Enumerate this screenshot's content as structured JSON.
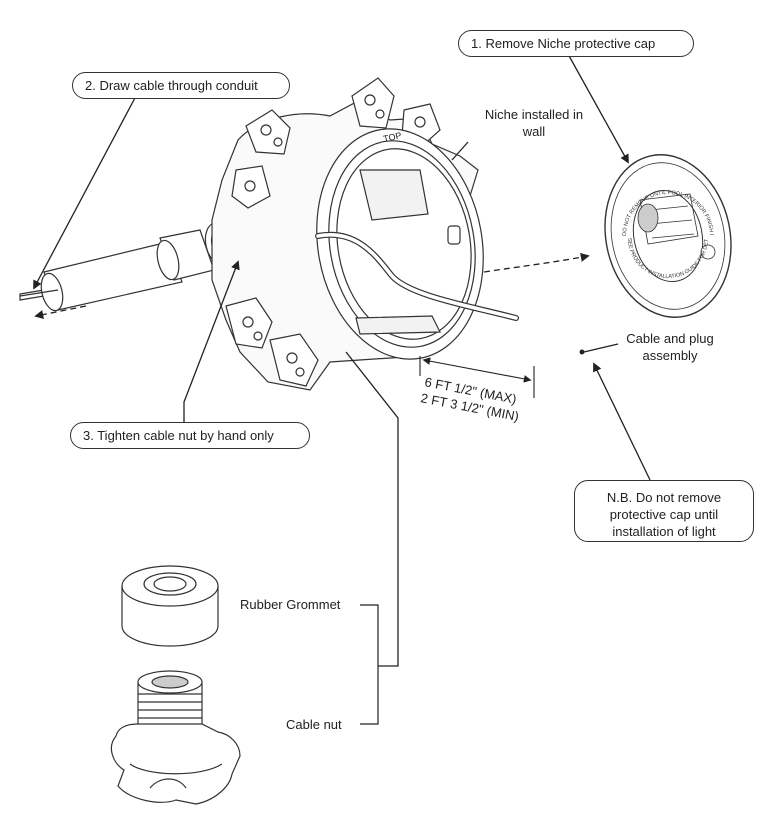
{
  "callouts": {
    "remove_cap": "1. Remove Niche protective cap",
    "draw_cable": "2. Draw cable through conduit",
    "tighten_nut": "3. Tighten cable nut by hand only",
    "nb_line1": "N.B. Do not remove",
    "nb_line2": "protective cap until",
    "nb_line3": "installation of light"
  },
  "labels": {
    "niche_line1": "Niche installed in",
    "niche_line2": "wall",
    "cable_plug_line1": "Cable and plug",
    "cable_plug_line2": "assembly",
    "rubber_grommet": "Rubber Grommet",
    "cable_nut": "Cable nut",
    "dim_max": "6 FT 1/2\" (MAX)",
    "dim_min": "2 FT 3 1/2\" (MIN)",
    "top_mark": "TOP"
  },
  "cap_text": {
    "ring_outer": "DO NOT REMOVE UNTIL POOL INTERIOR FINISH IS COMPLETED",
    "ring_inner": "SEE PRODUCT INSTALLATION GUIDE FOR DETAILED INSTRUCTIONS"
  },
  "colors": {
    "ink": "#222222",
    "outline": "#333333"
  }
}
